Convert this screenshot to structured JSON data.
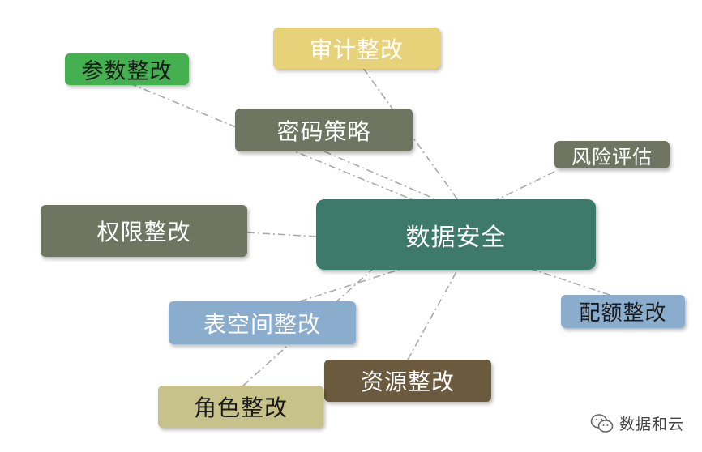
{
  "center": {
    "id": "center",
    "label": "数据安全",
    "bg": "#3e7a6b",
    "color": "#ffffff"
  },
  "nodes": [
    {
      "id": "audit",
      "label": "审计整改",
      "bg": "#e7d27a",
      "color": "#ffffff"
    },
    {
      "id": "param",
      "label": "参数整改",
      "bg": "#45b04f",
      "color": "#1b1b1b"
    },
    {
      "id": "password",
      "label": "密码策略",
      "bg": "#6f7560",
      "color": "#ffffff"
    },
    {
      "id": "risk",
      "label": "风险评估",
      "bg": "#6f7560",
      "color": "#ffffff"
    },
    {
      "id": "perm",
      "label": "权限整改",
      "bg": "#6f7560",
      "color": "#ffffff"
    },
    {
      "id": "quota",
      "label": "配额整改",
      "bg": "#8aaccd",
      "color": "#1b1b1b"
    },
    {
      "id": "tablespace",
      "label": "表空间整改",
      "bg": "#8aaccd",
      "color": "#ffffff"
    },
    {
      "id": "resource",
      "label": "资源整改",
      "bg": "#6b5a3e",
      "color": "#ffffff"
    },
    {
      "id": "role",
      "label": "角色整改",
      "bg": "#c7c18a",
      "color": "#1b1b1b"
    }
  ],
  "links": [
    {
      "from": "param",
      "to": "center"
    },
    {
      "from": "password",
      "to": "center"
    },
    {
      "from": "audit",
      "to": "center"
    },
    {
      "from": "risk",
      "to": "center"
    },
    {
      "from": "perm",
      "to": "center"
    },
    {
      "from": "quota",
      "to": "center"
    },
    {
      "from": "tablespace",
      "to": "center"
    },
    {
      "from": "resource",
      "to": "center"
    },
    {
      "from": "role",
      "to": "center"
    }
  ],
  "link_color": "#aaaaaa",
  "watermark": {
    "text": "数据和云",
    "icon": "wechat-icon"
  }
}
